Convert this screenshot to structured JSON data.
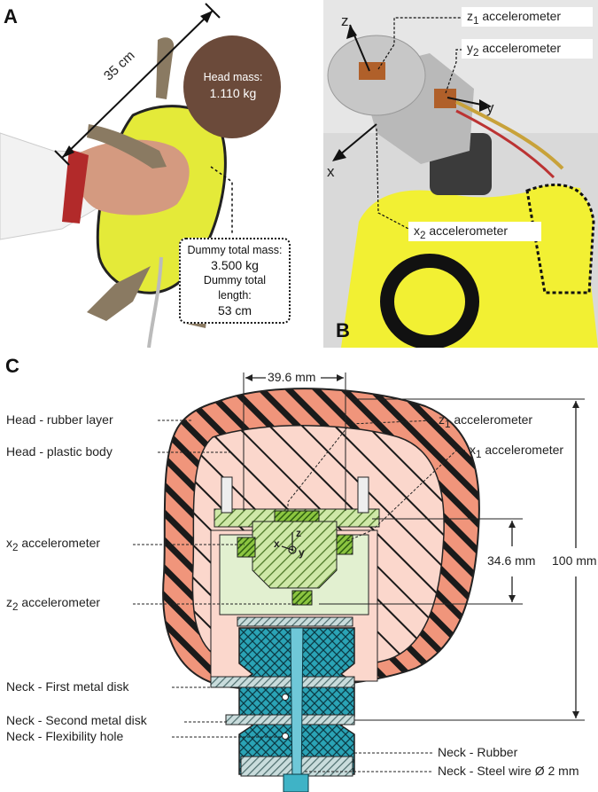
{
  "panel_a": {
    "letter": "A",
    "length_label": "35 cm",
    "head_mass_label": "Head mass:",
    "head_mass_value": "1.110 kg",
    "info": {
      "mass_label": "Dummy total mass:",
      "mass_value": "3.500 kg",
      "length_label": "Dummy total length:",
      "length_value": "53 cm"
    }
  },
  "panel_b": {
    "letter": "B",
    "axes": {
      "z": "z",
      "y": "y",
      "x": "x"
    },
    "labels": {
      "z1": {
        "base": "z",
        "sub": "1",
        "rest": " accelerometer"
      },
      "y2": {
        "base": "y",
        "sub": "2",
        "rest": " accelerometer"
      },
      "x2": {
        "base": "x",
        "sub": "2",
        "rest": " accelerometer"
      }
    }
  },
  "panel_c": {
    "letter": "C",
    "dims": {
      "top": "39.6 mm",
      "inner": "34.6 mm",
      "total": "100 mm"
    },
    "left_labels": [
      {
        "text": "Head - rubber layer"
      },
      {
        "text": "Head - plastic body"
      },
      {
        "base": "x",
        "sub": "2",
        "rest": " accelerometer"
      },
      {
        "base": "z",
        "sub": "2",
        "rest": " accelerometer"
      },
      {
        "text": "Neck - First metal disk"
      },
      {
        "text": "Neck - Second metal disk"
      },
      {
        "text": "Neck - Flexibility hole"
      }
    ],
    "right_labels": [
      {
        "base": "z",
        "sub": "1",
        "rest": " accelerometer"
      },
      {
        "base": "x",
        "sub": "1",
        "rest": " accelerometer"
      },
      {
        "text": "Neck - Rubber"
      },
      {
        "text": "Neck - Steel wire Ø 2 mm"
      }
    ],
    "axes": {
      "x": "x",
      "z": "z",
      "y": "y"
    }
  }
}
